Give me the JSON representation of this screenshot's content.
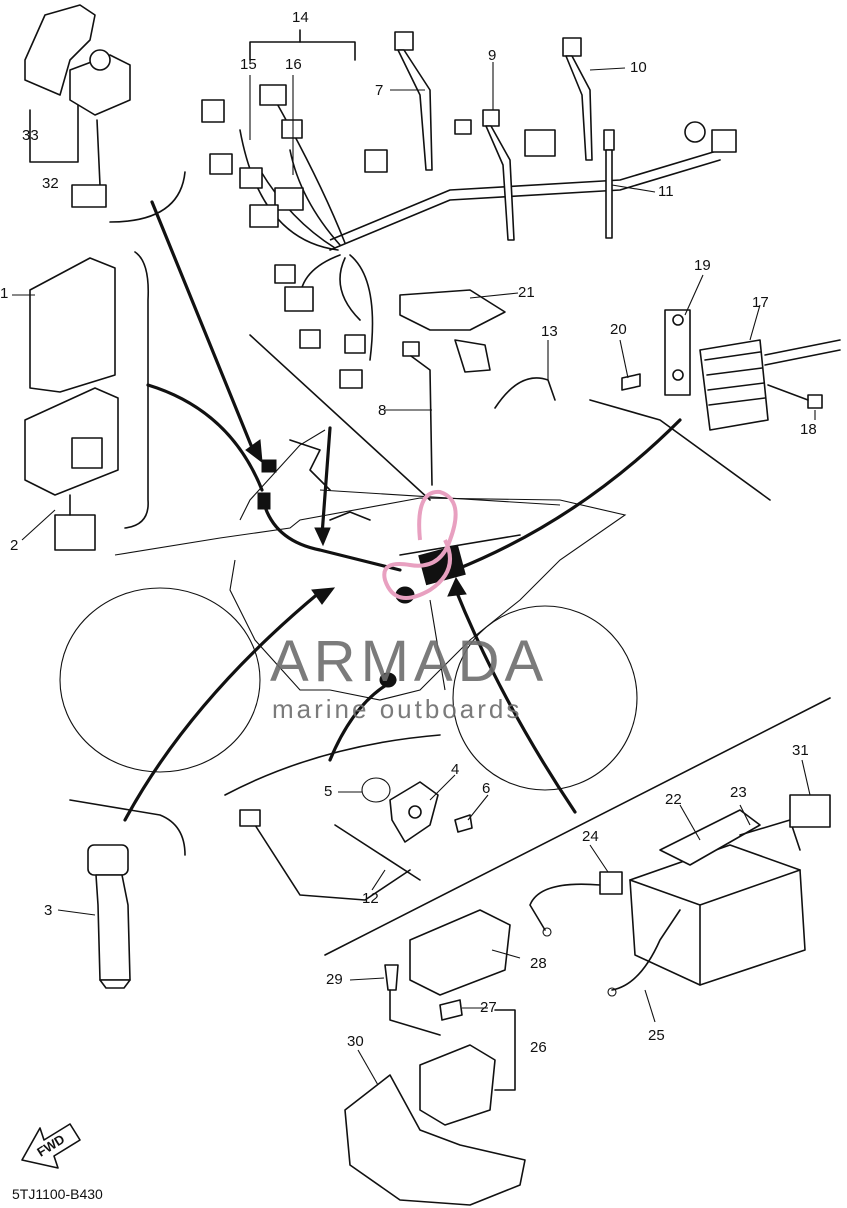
{
  "watermark": {
    "brand": "ARMADA",
    "tagline": "marine outboards",
    "pink": "#e8a0c0"
  },
  "diagram_code": "5TJ1100-B430",
  "fwd_label": "FWD",
  "callouts": [
    "1",
    "2",
    "3",
    "4",
    "5",
    "6",
    "7",
    "8",
    "9",
    "10",
    "11",
    "12",
    "13",
    "14",
    "15",
    "16",
    "17",
    "18",
    "19",
    "20",
    "21",
    "22",
    "23",
    "24",
    "25",
    "26",
    "27",
    "28",
    "29",
    "30",
    "31",
    "32",
    "33"
  ]
}
